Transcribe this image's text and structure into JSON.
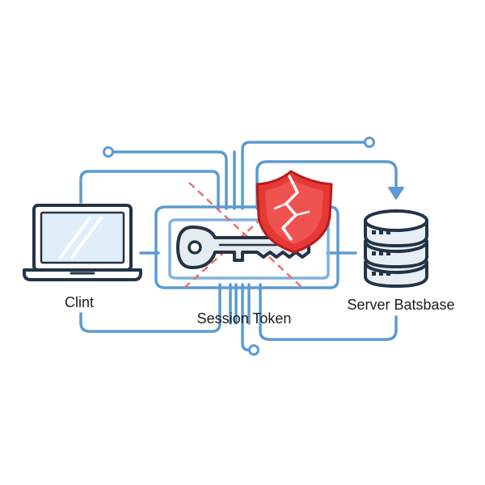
{
  "nodes": {
    "client": {
      "label": "Clint",
      "icon": "laptop-icon"
    },
    "token": {
      "label": "Session Token",
      "icon": "key-icon"
    },
    "server": {
      "label": "Server Batsbase",
      "icon": "database-icon"
    }
  },
  "overlays": {
    "shield": {
      "icon": "broken-shield-icon",
      "color": "#e53935"
    },
    "cross": {
      "icon": "cross-out-icon",
      "color": "#e57373"
    }
  },
  "colors": {
    "wire": "#5b9bd0",
    "outline": "#243447",
    "screen": "#dfeef8",
    "shield": "#e53935"
  }
}
